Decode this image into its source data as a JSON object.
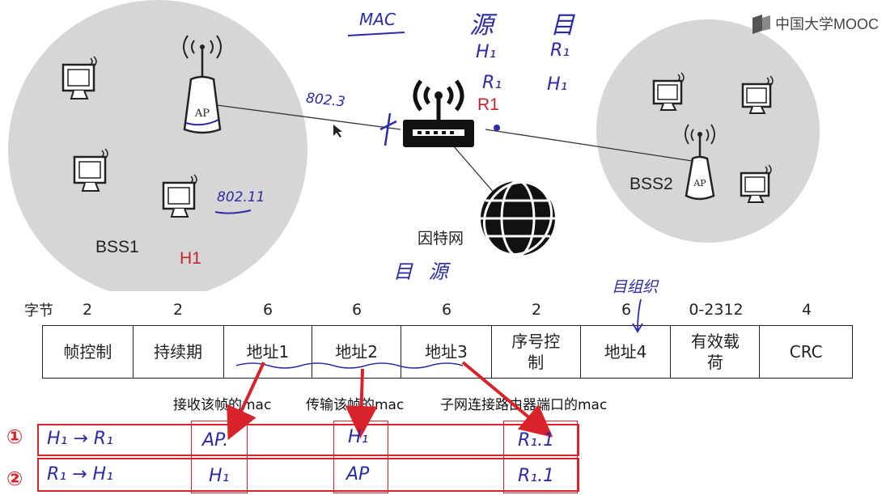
{
  "logo": {
    "text": "中国大学MOOC"
  },
  "network": {
    "bss1_label": "BSS1",
    "bss2_label": "BSS2",
    "h1_label": "H1",
    "r1_label": "R1",
    "internet_label": "因特网",
    "ap_label": "AP"
  },
  "annotations": {
    "mac": "MAC",
    "src_header": "源",
    "dst_header": "目",
    "row1_src": "H₁",
    "row1_dst": "R₁",
    "row2_src": "R₁",
    "row2_dst": "H₁",
    "std_8023": "802.3",
    "std_80211": "802.11",
    "dst_src": "目 源",
    "dst_group": "目组织"
  },
  "frame": {
    "bytes_header": "字节",
    "fields": [
      {
        "name": "帧控制",
        "bytes": "2"
      },
      {
        "name": "持续期",
        "bytes": "2"
      },
      {
        "name": "地址1",
        "bytes": "6"
      },
      {
        "name": "地址2",
        "bytes": "6"
      },
      {
        "name": "地址3",
        "bytes": "6"
      },
      {
        "name": "序号控制",
        "bytes": "2"
      },
      {
        "name": "地址4",
        "bytes": "6"
      },
      {
        "name": "有效载荷",
        "bytes": "0-2312"
      },
      {
        "name": "CRC",
        "bytes": "4"
      }
    ],
    "desc1": "接收该帧的mac",
    "desc2": "传输该帧的mac",
    "desc3": "子网连接路由器端口的mac"
  },
  "cases": [
    {
      "marker": "①",
      "route": "H₁ → R₁",
      "addr1": "AP.",
      "addr2": "H₁",
      "addr3": "R₁.1"
    },
    {
      "marker": "②",
      "route": "R₁ → H₁",
      "addr1": "H₁",
      "addr2": "AP",
      "addr3": "R₁.1"
    }
  ],
  "colors": {
    "accent_red": "#d8232a",
    "ink_blue": "#2b2ba8"
  }
}
